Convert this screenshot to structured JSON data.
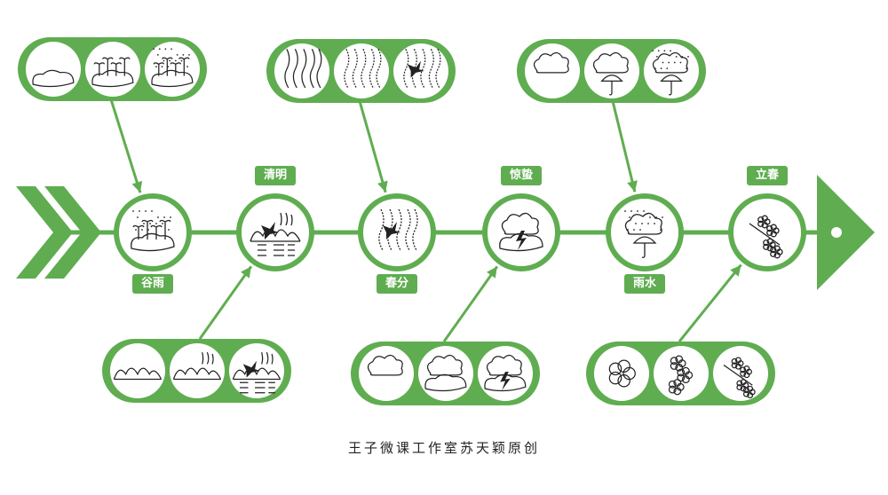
{
  "colors": {
    "accent": "#5fad50",
    "ink": "#222222"
  },
  "terms": [
    {
      "label": "谷雨",
      "icon": [
        "rain",
        "sprout",
        "mound"
      ],
      "label_pos": "below"
    },
    {
      "label": "清明",
      "icon": [
        "bird",
        "willow-small",
        "hills",
        "river"
      ],
      "label_pos": "above"
    },
    {
      "label": "春分",
      "icon": [
        "willow",
        "bird"
      ],
      "label_pos": "below"
    },
    {
      "label": "惊蛰",
      "icon": [
        "cloud",
        "lightning",
        "mound"
      ],
      "label_pos": "above"
    },
    {
      "label": "雨水",
      "icon": [
        "cloud",
        "rain",
        "umbrella"
      ],
      "label_pos": "below"
    },
    {
      "label": "立春",
      "icon": [
        "flower-branch"
      ],
      "label_pos": "above"
    }
  ],
  "panels": [
    {
      "target": "谷雨",
      "side": "top",
      "icons": [
        [
          "mound"
        ],
        [
          "mound",
          "sprout"
        ],
        [
          "mound",
          "sprout",
          "rain"
        ]
      ]
    },
    {
      "target": "春分",
      "side": "top",
      "icons": [
        [
          "willow-bare"
        ],
        [
          "willow"
        ],
        [
          "willow",
          "bird"
        ]
      ]
    },
    {
      "target": "雨水",
      "side": "top",
      "icons": [
        [
          "cloud"
        ],
        [
          "cloud",
          "umbrella"
        ],
        [
          "cloud",
          "rain",
          "umbrella"
        ]
      ]
    },
    {
      "target": "清明",
      "side": "bottom",
      "icons": [
        [
          "hills"
        ],
        [
          "hills",
          "willow-small"
        ],
        [
          "bird",
          "willow-small",
          "hills",
          "river"
        ]
      ]
    },
    {
      "target": "惊蛰",
      "side": "bottom",
      "icons": [
        [
          "cloud"
        ],
        [
          "cloud",
          "mound"
        ],
        [
          "cloud",
          "lightning",
          "mound"
        ]
      ]
    },
    {
      "target": "立春",
      "side": "bottom",
      "icons": [
        [
          "flower"
        ],
        [
          "flower-small"
        ],
        [
          "flower-branch"
        ]
      ]
    }
  ],
  "credit": "王子微课工作室苏天颖原创"
}
